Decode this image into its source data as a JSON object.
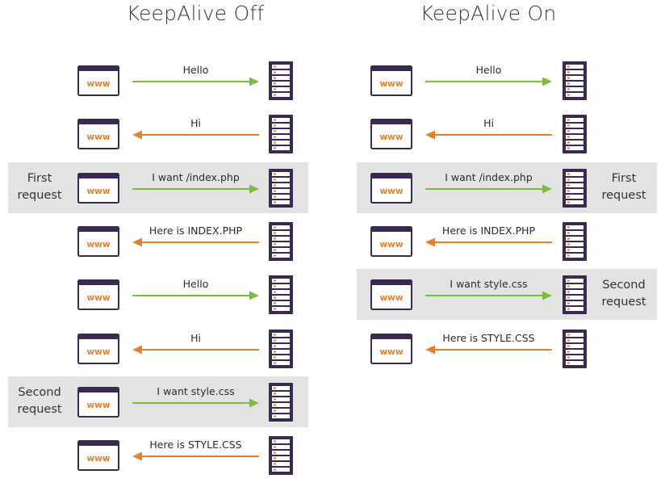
{
  "panels": [
    {
      "title": "KeepAlive Off",
      "rows": [
        {
          "text": "Hello",
          "dir": "right",
          "highlight": false
        },
        {
          "text": "Hi",
          "dir": "left",
          "highlight": false
        },
        {
          "text": "I want /index.php",
          "dir": "right",
          "highlight": true,
          "label": [
            "First",
            "request"
          ]
        },
        {
          "text": "Here is INDEX.PHP",
          "dir": "left",
          "highlight": false
        },
        {
          "text": "Hello",
          "dir": "right",
          "highlight": false
        },
        {
          "text": "Hi",
          "dir": "left",
          "highlight": false
        },
        {
          "text": "I want style.css",
          "dir": "right",
          "highlight": true,
          "label": [
            "Second",
            "request"
          ]
        },
        {
          "text": "Here is STYLE.CSS",
          "dir": "left",
          "highlight": false
        }
      ]
    },
    {
      "title": "KeepAlive On",
      "rows": [
        {
          "text": "Hello",
          "dir": "right",
          "highlight": false
        },
        {
          "text": "Hi",
          "dir": "left",
          "highlight": false
        },
        {
          "text": "I want /index.php",
          "dir": "right",
          "highlight": true,
          "label": [
            "First",
            "request"
          ]
        },
        {
          "text": "Here is INDEX.PHP",
          "dir": "left",
          "highlight": false
        },
        {
          "text": "I want style.css",
          "dir": "right",
          "highlight": true,
          "label": [
            "Second",
            "request"
          ]
        },
        {
          "text": "Here is STYLE.CSS",
          "dir": "left",
          "highlight": false
        }
      ]
    }
  ],
  "browser_icon_text": "www",
  "colors": {
    "request_arrow": "#7cbc3f",
    "response_arrow": "#e8802b",
    "icon_dark": "#3b2a4f",
    "server_light": "#e8802b",
    "highlight_band": "#e3e3e3"
  }
}
